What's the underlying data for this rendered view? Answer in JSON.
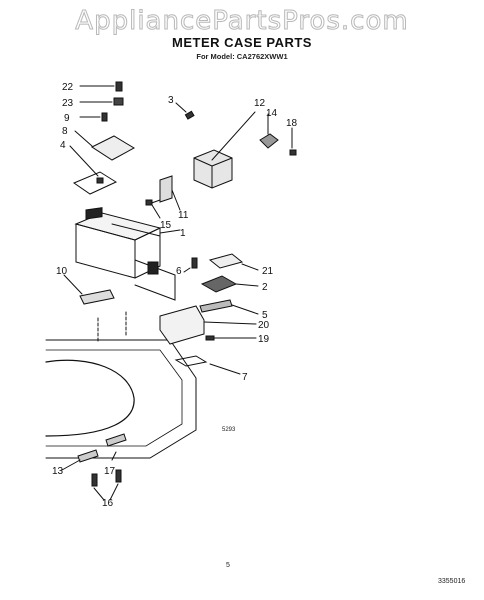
{
  "watermark": "AppliancePartsPros.com",
  "title": "METER CASE PARTS",
  "model_line": "For Model: CA2762XWW1",
  "callouts": [
    "22",
    "23",
    "9",
    "8",
    "4",
    "3",
    "12",
    "14",
    "18",
    "11",
    "15",
    "1",
    "10",
    "6",
    "21",
    "2",
    "5",
    "20",
    "19",
    "7",
    "13",
    "17",
    "16"
  ],
  "figure_code": "5293",
  "page_number": "5",
  "doc_number": "3355016"
}
